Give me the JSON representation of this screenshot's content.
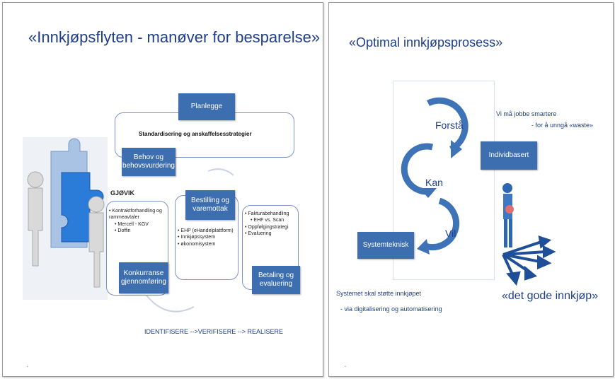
{
  "cursor": "",
  "slide1": {
    "title": "«Innkjøpsflyten - manøver for besparelse»",
    "planlegge": "Planlegge",
    "standard": "Standardisering og anskaffelsesstrategier",
    "behov": "Behov og behovsvurdering",
    "gjovik": "GJØVIK",
    "list1": [
      "Kontraktforhandling og rammeavtaler",
      "Mercell - KGV",
      "Doffin"
    ],
    "konkurranse": "Konkurranse gjennomføring",
    "bestilling": "Bestilling og varemottak",
    "list2": [
      "EHP (eHandelplattform)",
      "Innkjøpssystem",
      "økonomisystem"
    ],
    "list3": [
      "Fakturabehandling",
      "EHF vs. Scan",
      "Oppfølgingstrategi",
      "Evaluering"
    ],
    "betaling": "Betaling og evaluering",
    "footer": "IDENTIFISERE -->VERIFISERE --> REALISERE"
  },
  "slide2": {
    "title": "«Optimal innkjøpsprosess»",
    "forsta": "Forstå",
    "kan": "Kan",
    "vil": "Vil",
    "smartere1": "Vi må jobbe smartere",
    "smartere2": "- for å unngå «waste»",
    "individ": "Individbasert",
    "system": "Systemteknisk",
    "stotte1": "Systemet skal støtte innkjøpet",
    "stotte2": "- via digitalisering og automatisering",
    "godt": "«det gode innkjøp»"
  },
  "colors": {
    "title": "#1f3f8c",
    "box": "#3d6fb0",
    "ring": "#3f73b7"
  }
}
